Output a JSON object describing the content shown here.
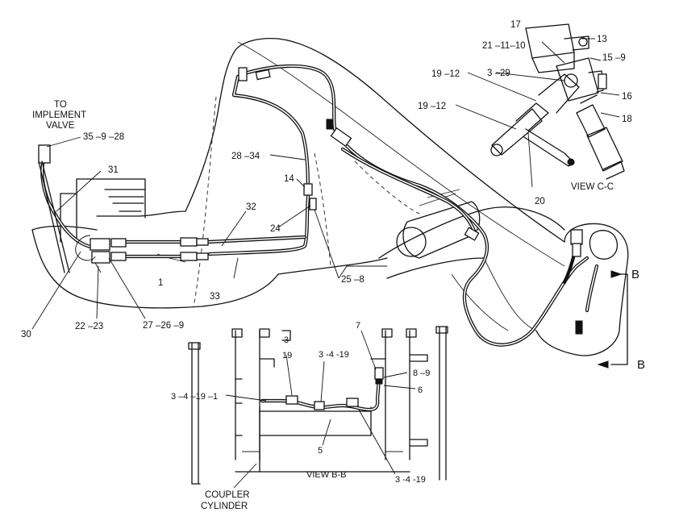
{
  "title_text": {
    "implement_valve": [
      "TO",
      "IMPLEMENT",
      "VALVE"
    ],
    "coupler_cylinder": [
      "COUPLER",
      "CYLINDER"
    ],
    "view_bb": "VIEW  B-B",
    "view_cc": "VIEW  C-C",
    "section_marker": "B"
  },
  "callouts": {
    "c17": "17",
    "c13": "13",
    "c21_11_10": "21 –11–10",
    "c15_9": "15 –9",
    "c19_12_a": "19 –12",
    "c3_29": "3     –29",
    "c16": "16",
    "c18": "18",
    "c19_12_b": "19 –12",
    "c20": "20",
    "c35_9_28": "35    –9 –28",
    "c31": "31",
    "c28_34": "28 –34",
    "c14": "14",
    "c24": "24",
    "c32": "32",
    "c1": "1",
    "c33": "33",
    "c25_8": "25 –8",
    "c30": "30",
    "c22_23": "22 –23",
    "c27_26_9": "27 –26 –9",
    "c3": "3",
    "c19": "19",
    "c3_4_19_top": "3 -4 -19",
    "c7": "7",
    "c8_9": "8 –9",
    "c6": "6",
    "c3_4_19_1": "3 –4 –19 –1",
    "c5": "5",
    "c3_4_19_bottom": "3 -4 -19"
  }
}
